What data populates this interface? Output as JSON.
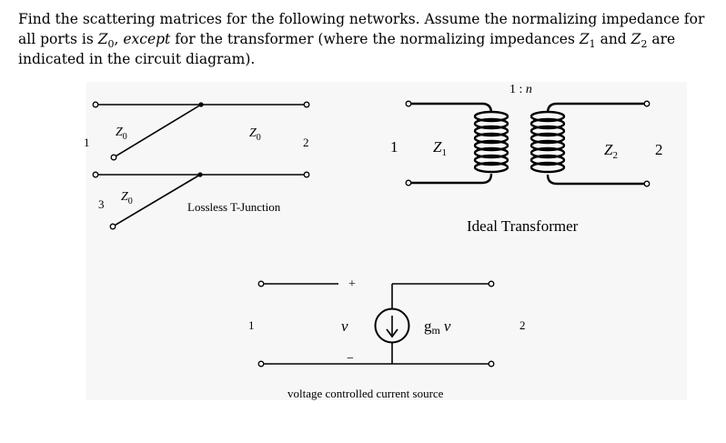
{
  "problem": {
    "part1": "Find the scattering matrices for the following networks. Assume the normalizing impedance for all ports is ",
    "z0_base": "Z",
    "z0_sub": "0",
    "part2": ", ",
    "except_word": "except",
    "part3": " for the transformer (where the normalizing impedances ",
    "z1_base": "Z",
    "z1_sub": "1",
    "part4": " and ",
    "z2_base": "Z",
    "z2_sub": "2",
    "part5": " are indicated in the circuit diagram)."
  },
  "tjunction": {
    "port1": "1",
    "port2": "2",
    "port3": "3",
    "z_left": "Z",
    "z_left_sub": "0",
    "z_right": "Z",
    "z_right_sub": "0",
    "z_bottom": "Z",
    "z_bottom_sub": "0",
    "caption": "Lossless T-Junction"
  },
  "transformer": {
    "ratio_a": "1 : ",
    "ratio_n": "n",
    "port1": "1",
    "port2": "2",
    "z1": "Z",
    "z1_sub": "1",
    "z2": "Z",
    "z2_sub": "2",
    "caption": "Ideal Transformer"
  },
  "vccs": {
    "port1": "1",
    "port2": "2",
    "plus": "+",
    "minus": "−",
    "v": "v",
    "gm": "g",
    "gm_sub": "m",
    "gm_v": "v",
    "caption": "voltage controlled current source"
  }
}
